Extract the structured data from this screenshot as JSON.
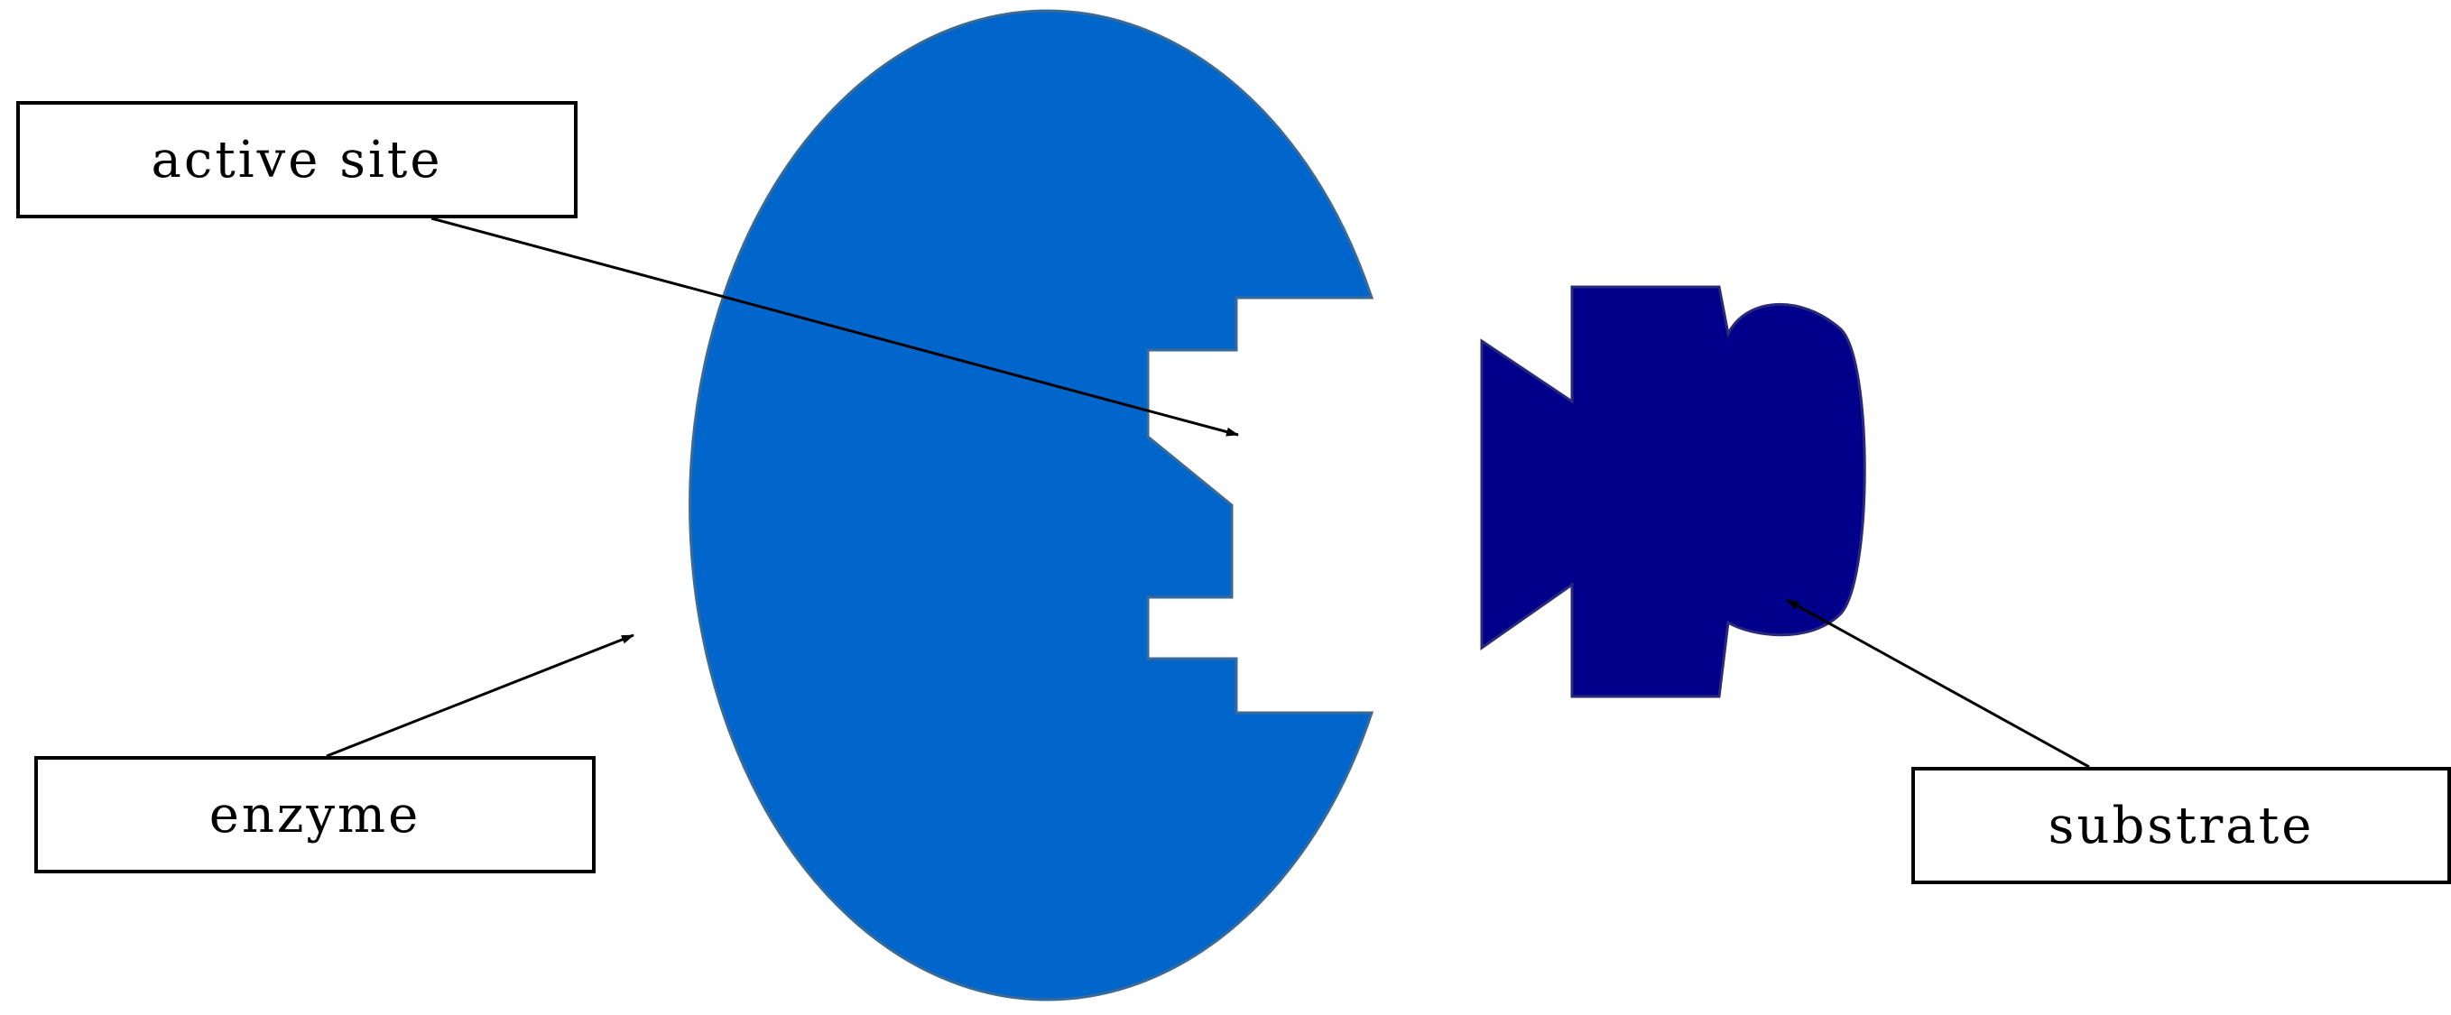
{
  "labels": {
    "active_site": "active site",
    "enzyme": "enzyme",
    "substrate": "substrate"
  },
  "colors": {
    "enzyme_fill": "#0066cc",
    "substrate_fill": "#00008b",
    "line": "#000000",
    "background": "#ffffff"
  }
}
